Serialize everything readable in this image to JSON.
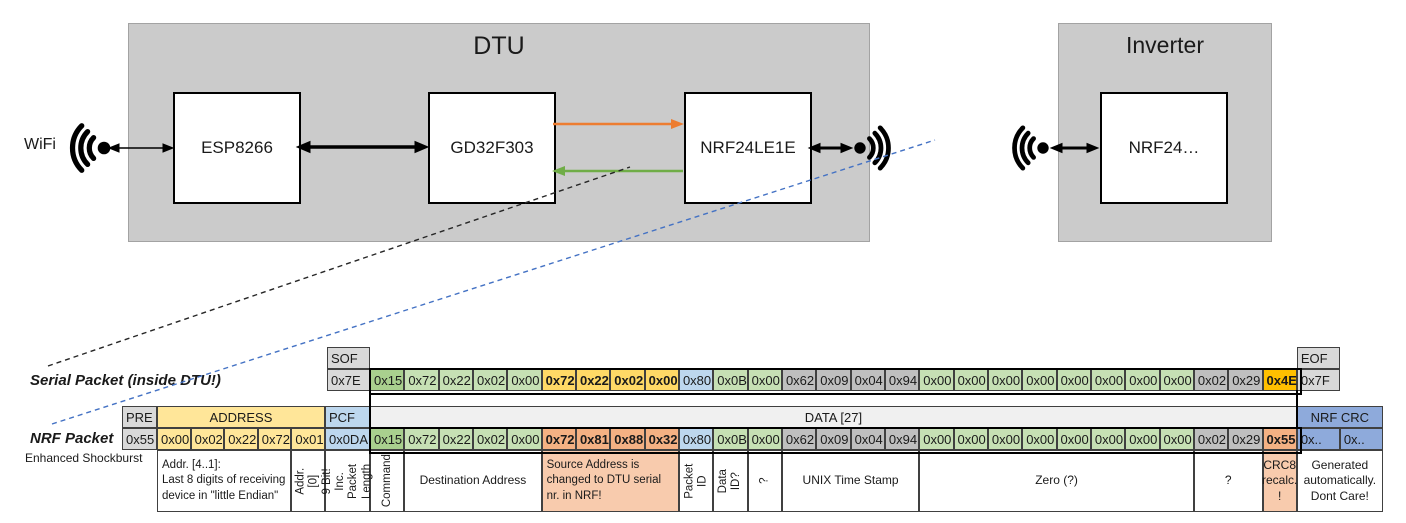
{
  "diagram": {
    "dtu_label": "DTU",
    "inverter_label": "Inverter",
    "wifi_label": "WiFi",
    "esp_label": "ESP8266",
    "gd_label": "GD32F303",
    "nrf_dtu_label": "NRF24LE1E",
    "nrf_inverter_label": "NRF24…",
    "arrow_colors": {
      "uart_tx_orange": "#ED7D31",
      "uart_rx_green": "#70AD47",
      "rf_dashed_blue": "#4472C4",
      "serial_dashed_black": "#262626"
    }
  },
  "palette": {
    "green_light": "#C6E0B4",
    "green_dark": "#A9D08E",
    "gold": "#FFD966",
    "amber": "#FFC000",
    "salmon": "#F4B183",
    "salmon_light": "#F8CBAD",
    "blue_light": "#BDD7EE",
    "blue_mid": "#8EAADB",
    "gray1": "#D9D9D9",
    "gray2": "#BFBFBF",
    "gray_header": "#F0F0F0",
    "yellow": "#FFE699",
    "white": "#FFFFFF"
  },
  "serial_packet": {
    "label": "Serial Packet (inside DTU!)",
    "sof": {
      "header": "SOF",
      "value": "0x7E",
      "color": "gray1"
    },
    "eof": {
      "header": "EOF",
      "value": "0x7F",
      "color": "gray1"
    },
    "bytes": [
      {
        "v": "0x15",
        "c": "green_dark"
      },
      {
        "v": "0x72",
        "c": "green_light"
      },
      {
        "v": "0x22",
        "c": "green_light"
      },
      {
        "v": "0x02",
        "c": "green_light"
      },
      {
        "v": "0x00",
        "c": "green_light"
      },
      {
        "v": "0x72",
        "c": "gold",
        "b": true
      },
      {
        "v": "0x22",
        "c": "gold",
        "b": true
      },
      {
        "v": "0x02",
        "c": "gold",
        "b": true
      },
      {
        "v": "0x00",
        "c": "gold",
        "b": true
      },
      {
        "v": "0x80",
        "c": "blue_light"
      },
      {
        "v": "0x0B",
        "c": "green_light"
      },
      {
        "v": "0x00",
        "c": "green_light"
      },
      {
        "v": "0x62",
        "c": "gray2"
      },
      {
        "v": "0x09",
        "c": "gray2"
      },
      {
        "v": "0x04",
        "c": "gray2"
      },
      {
        "v": "0x94",
        "c": "gray2"
      },
      {
        "v": "0x00",
        "c": "green_light"
      },
      {
        "v": "0x00",
        "c": "green_light"
      },
      {
        "v": "0x00",
        "c": "green_light"
      },
      {
        "v": "0x00",
        "c": "green_light"
      },
      {
        "v": "0x00",
        "c": "green_light"
      },
      {
        "v": "0x00",
        "c": "green_light"
      },
      {
        "v": "0x00",
        "c": "green_light"
      },
      {
        "v": "0x00",
        "c": "green_light"
      },
      {
        "v": "0x02",
        "c": "gray2"
      },
      {
        "v": "0x29",
        "c": "gray2"
      },
      {
        "v": "0x4E",
        "c": "amber",
        "b": true
      }
    ]
  },
  "nrf_packet": {
    "label": "NRF Packet",
    "sublabel": "Enhanced Shockburst",
    "pre": {
      "header": "PRE",
      "value": "0x55",
      "color": "gray1"
    },
    "address": {
      "header": "ADDRESS",
      "color": "yellow",
      "bytes": [
        "0x00",
        "0x02",
        "0x22",
        "0x72",
        "0x01"
      ]
    },
    "pcf": {
      "header": "PCF",
      "value": "0x0DA",
      "color": "blue_light"
    },
    "data_header": {
      "text": "DATA [27]",
      "color": "gray_header"
    },
    "bytes": [
      {
        "v": "0x15",
        "c": "green_dark"
      },
      {
        "v": "0x72",
        "c": "green_light"
      },
      {
        "v": "0x22",
        "c": "green_light"
      },
      {
        "v": "0x02",
        "c": "green_light"
      },
      {
        "v": "0x00",
        "c": "green_light"
      },
      {
        "v": "0x72",
        "c": "salmon",
        "b": true
      },
      {
        "v": "0x81",
        "c": "salmon",
        "b": true
      },
      {
        "v": "0x88",
        "c": "salmon",
        "b": true
      },
      {
        "v": "0x32",
        "c": "salmon",
        "b": true
      },
      {
        "v": "0x80",
        "c": "blue_light"
      },
      {
        "v": "0x0B",
        "c": "green_light"
      },
      {
        "v": "0x00",
        "c": "green_light"
      },
      {
        "v": "0x62",
        "c": "gray2"
      },
      {
        "v": "0x09",
        "c": "gray2"
      },
      {
        "v": "0x04",
        "c": "gray2"
      },
      {
        "v": "0x94",
        "c": "gray2"
      },
      {
        "v": "0x00",
        "c": "green_light"
      },
      {
        "v": "0x00",
        "c": "green_light"
      },
      {
        "v": "0x00",
        "c": "green_light"
      },
      {
        "v": "0x00",
        "c": "green_light"
      },
      {
        "v": "0x00",
        "c": "green_light"
      },
      {
        "v": "0x00",
        "c": "green_light"
      },
      {
        "v": "0x00",
        "c": "green_light"
      },
      {
        "v": "0x00",
        "c": "green_light"
      },
      {
        "v": "0x02",
        "c": "gray2"
      },
      {
        "v": "0x29",
        "c": "gray2"
      },
      {
        "v": "0x55",
        "c": "salmon",
        "b": true
      }
    ],
    "crc": {
      "header": "NRF CRC",
      "color": "blue_mid",
      "bytes": [
        "0x..",
        "0x.."
      ]
    }
  },
  "annotations": [
    {
      "text": "Addr. [4..1]:\nLast 8 digits of receiving\ndevice in \"little Endian\"",
      "span": 4,
      "style": "left"
    },
    {
      "text": "Addr.[0]",
      "span": 1,
      "style": "rot"
    },
    {
      "text": "9 Bit!\nInc. Packet\nLength",
      "span": 1,
      "style": "rot"
    },
    {
      "text": "Command",
      "span": 1,
      "style": "rot"
    },
    {
      "text": "Destination Address",
      "span": 4,
      "style": "center"
    },
    {
      "text": "Source Address is\nchanged to DTU serial\nnr. in NRF!",
      "span": 4,
      "style": "left salmon"
    },
    {
      "text": "Packet ID",
      "span": 1,
      "style": "rot"
    },
    {
      "text": "Data ID?",
      "span": 1,
      "style": "rot"
    },
    {
      "text": "?",
      "span": 1,
      "style": "rot"
    },
    {
      "text": "UNIX Time Stamp",
      "span": 4,
      "style": "center"
    },
    {
      "text": "Zero (?)",
      "span": 8,
      "style": "center"
    },
    {
      "text": "?",
      "span": 2,
      "style": "center"
    },
    {
      "text": "CRC8\nrecalc.\n!",
      "span": 1,
      "style": "center salmon"
    },
    {
      "text": "Generated\nautomatically.\nDont Care!",
      "span": 2,
      "style": "center"
    }
  ]
}
